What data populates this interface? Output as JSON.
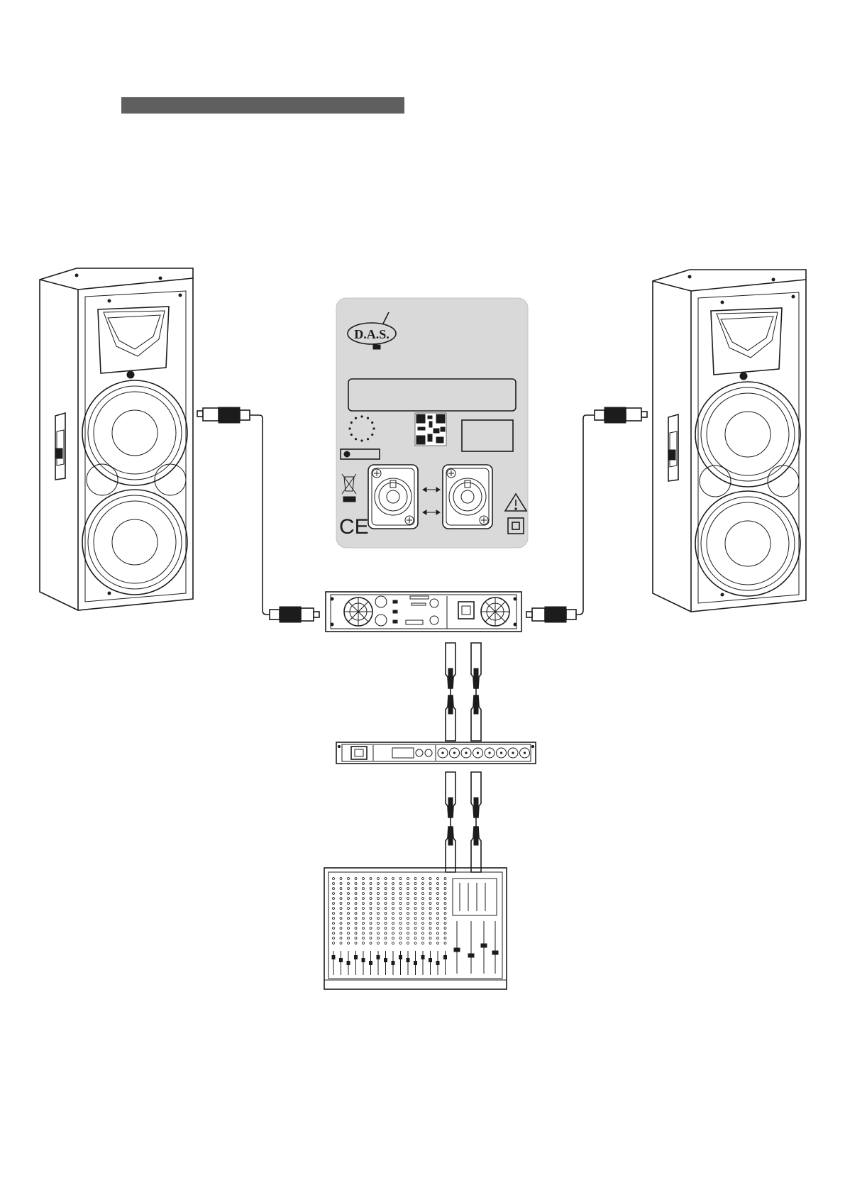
{
  "header": {
    "title_bar_color": "#5f5f5f"
  },
  "panel": {
    "brand": "D.A.S.",
    "ce_mark": "CE",
    "background_color": "#d9d9d9",
    "icons": [
      "eu-stars-icon",
      "qr-code-icon",
      "weee-bin-icon",
      "warning-triangle-icon",
      "double-insulation-icon",
      "speakon-connector-icon",
      "link-arrow-icon"
    ]
  },
  "devices": [
    "speaker-left",
    "speaker-right",
    "power-amplifier",
    "signal-processor",
    "mixing-console"
  ],
  "cables": [
    "speaker-cable-left",
    "speaker-cable-right",
    "xlr-amp-to-processor",
    "xlr-processor-to-mixer"
  ]
}
